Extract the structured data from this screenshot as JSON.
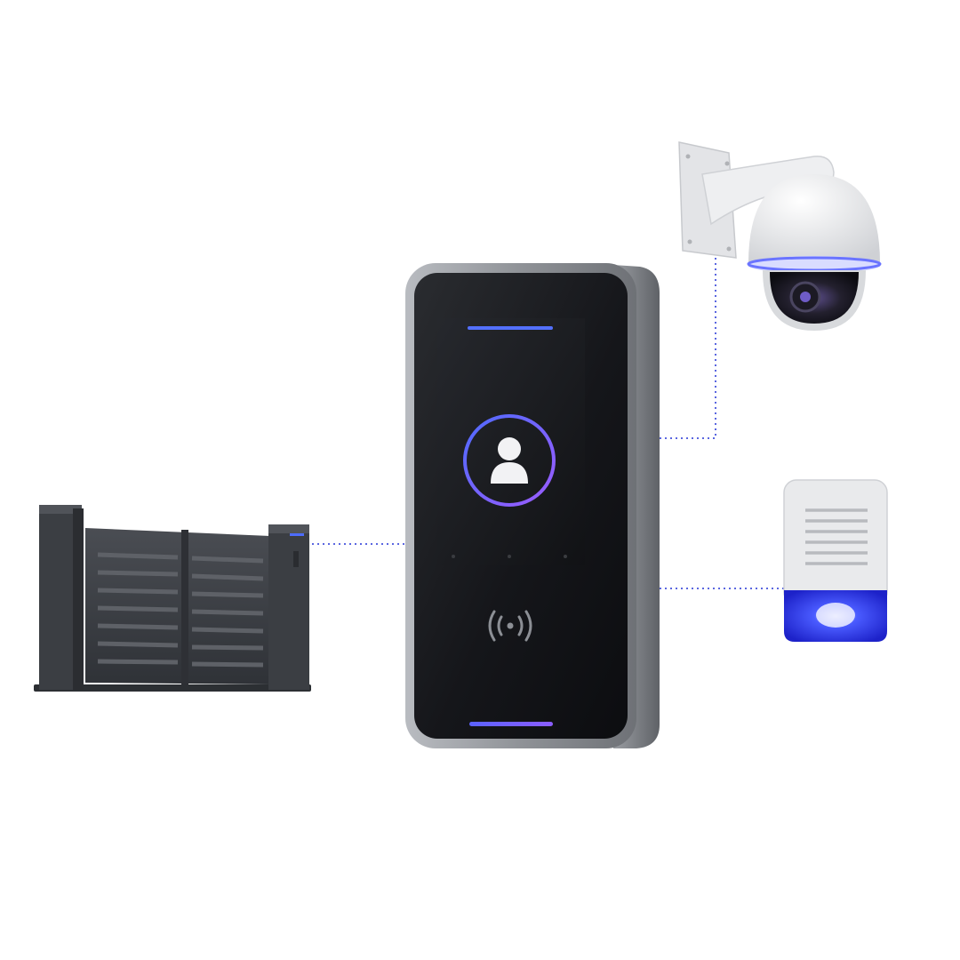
{
  "scene": {
    "description_free": true,
    "devices": [
      {
        "id": "gate",
        "icon": "sliding-gate-icon"
      },
      {
        "id": "terminal",
        "icon": "face-recognition-terminal-icon"
      },
      {
        "id": "camera",
        "icon": "ptz-dome-camera-icon"
      },
      {
        "id": "siren",
        "icon": "alarm-siren-icon"
      }
    ],
    "connections": [
      {
        "from": "terminal",
        "to": "gate",
        "style": "dotted"
      },
      {
        "from": "terminal",
        "to": "camera",
        "style": "dotted"
      },
      {
        "from": "terminal",
        "to": "siren",
        "style": "dotted"
      }
    ]
  },
  "colors": {
    "background": "#ffffff",
    "connector": "#5a66e0",
    "accent_glow": "#4f6bff",
    "accent_purple": "#8a5cff",
    "device_frame": "#8e9196",
    "screen": "#111214",
    "gate": "#3a3d42",
    "camera_body": "#e9eaec",
    "siren_body": "#e8e9eb",
    "siren_lens": "#2a34e8"
  }
}
